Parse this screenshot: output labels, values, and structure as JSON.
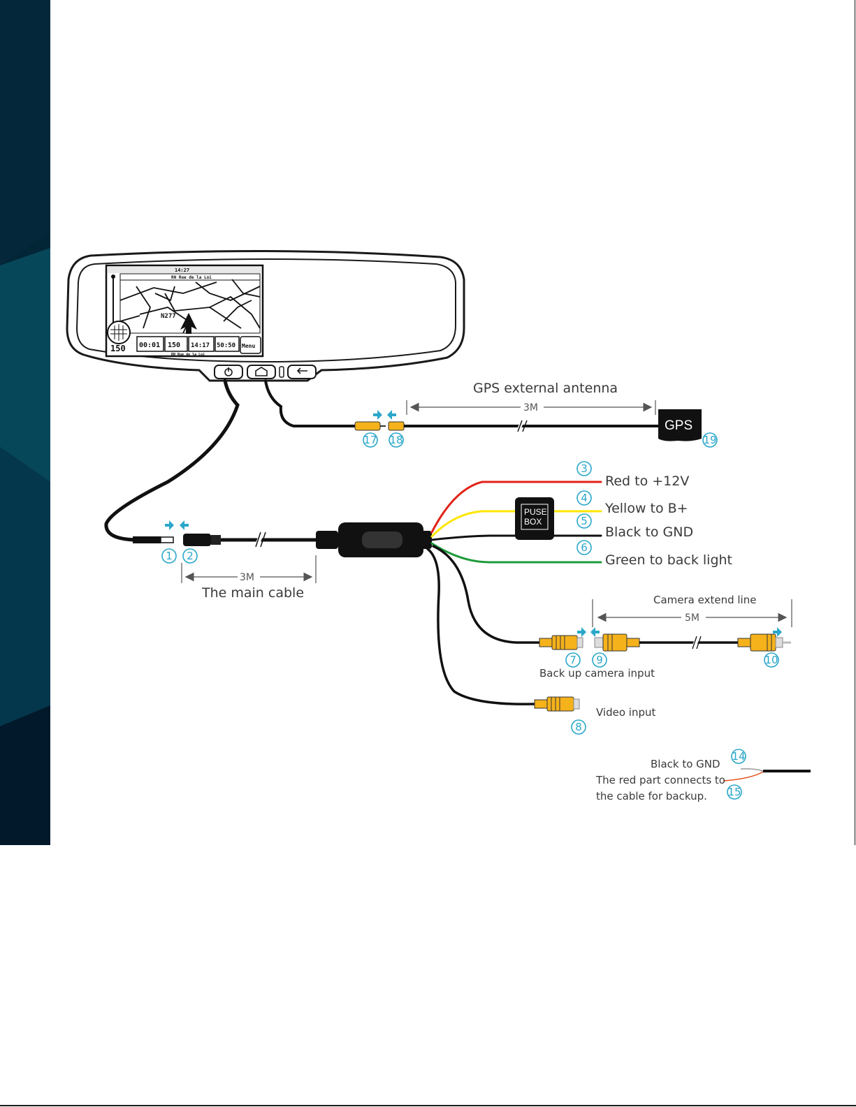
{
  "labels": {
    "gps_antenna": "GPS external antenna",
    "gps_length": "3M",
    "gps_box": "GPS",
    "main_cable": "The main cable",
    "main_length": "3M",
    "red": "Red to +12V",
    "yellow": "Yellow to B+",
    "black": "Black to GND",
    "green": "Green to back light",
    "fuse_line1": "PUSE",
    "fuse_line2": "BOX",
    "camera_extend": "Camera extend line",
    "camera_length": "5M",
    "backup_camera": "Back up camera input",
    "video_input": "Video input",
    "black_gnd_small": "Black to GND",
    "red_part_line1": "The red part connects to",
    "red_part_line2": "the cable for backup."
  },
  "callouts": {
    "n1": "1",
    "n2": "2",
    "n3": "3",
    "n4": "4",
    "n5": "5",
    "n6": "6",
    "n7": "7",
    "n8": "8",
    "n9": "9",
    "n10": "10",
    "n14": "14",
    "n15": "15",
    "n17": "17",
    "n18": "18",
    "n19": "19"
  },
  "screen": {
    "top_time": "14:27",
    "street_top": "RN Rue de la Loi",
    "road": "N277",
    "speed": "150",
    "cell1": "00:01",
    "cell2": "150",
    "cell3": "14:17",
    "cell4": "50:50",
    "menu": "Menu",
    "street_bottom": "RN Rue de la Loi"
  },
  "colors": {
    "sidebar": "#032637",
    "wire_red": "#e2231a",
    "wire_yellow": "#ffe600",
    "wire_green": "#1f9a3a",
    "wire_black": "#111111",
    "rca": "#f6b21b",
    "accent_callout": "#2aa7c9"
  }
}
